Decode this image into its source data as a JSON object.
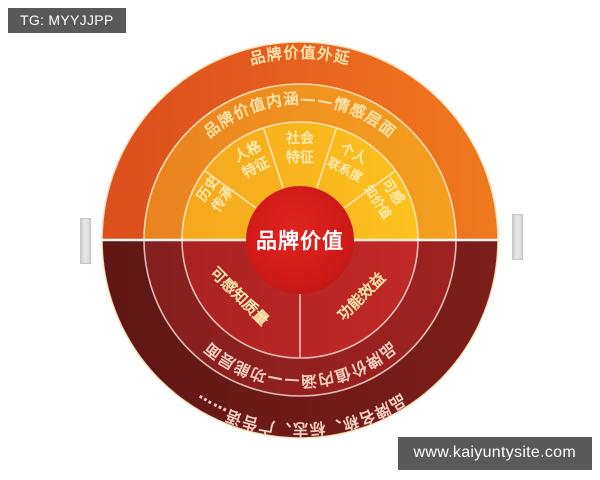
{
  "watermarks": {
    "top_left": "TG: MYYJJPP",
    "bottom_right": "www.kaiyuntysite.com"
  },
  "diagram": {
    "type": "concentric-ring-segmented-wheel",
    "center": {
      "label": "品牌价值"
    },
    "rings": [
      {
        "index": 0,
        "name": "outer-ring",
        "top_label": "品牌价值外延",
        "bottom_label": "品牌名称、标志、广告语……",
        "top_color": "#E4591D",
        "bottom_color": "#6B1A18"
      },
      {
        "index": 1,
        "name": "middle-ring",
        "top_label": "品牌价值内涵——情感层面",
        "bottom_label": "品牌价值内涵——功能层面",
        "top_color": "#EE8C20",
        "bottom_color": "#8E2020"
      },
      {
        "index": 2,
        "name": "inner-ring",
        "top_color": "#F6B01E",
        "bottom_color": "#B52424"
      }
    ],
    "top_segments": [
      {
        "label": "历史传承",
        "lines": [
          "历史",
          "传承"
        ]
      },
      {
        "label": "人格特征",
        "lines": [
          "人格",
          "特征"
        ]
      },
      {
        "label": "社会特征",
        "lines": [
          "社会",
          "特征"
        ]
      },
      {
        "label": "个人联系度",
        "lines": [
          "个人",
          "联系度"
        ]
      },
      {
        "label": "可感知价值",
        "lines": [
          "可感",
          "知价值"
        ]
      }
    ],
    "bottom_segments": [
      {
        "label": "可感知质量"
      },
      {
        "label": "功能效益"
      }
    ],
    "colors": {
      "center_red": "#CF1A18",
      "divider": "#FFE7C2",
      "watermark_bg": "#595959",
      "label_gold": "#FFE9B0",
      "label_white": "#FFFFFF"
    }
  }
}
